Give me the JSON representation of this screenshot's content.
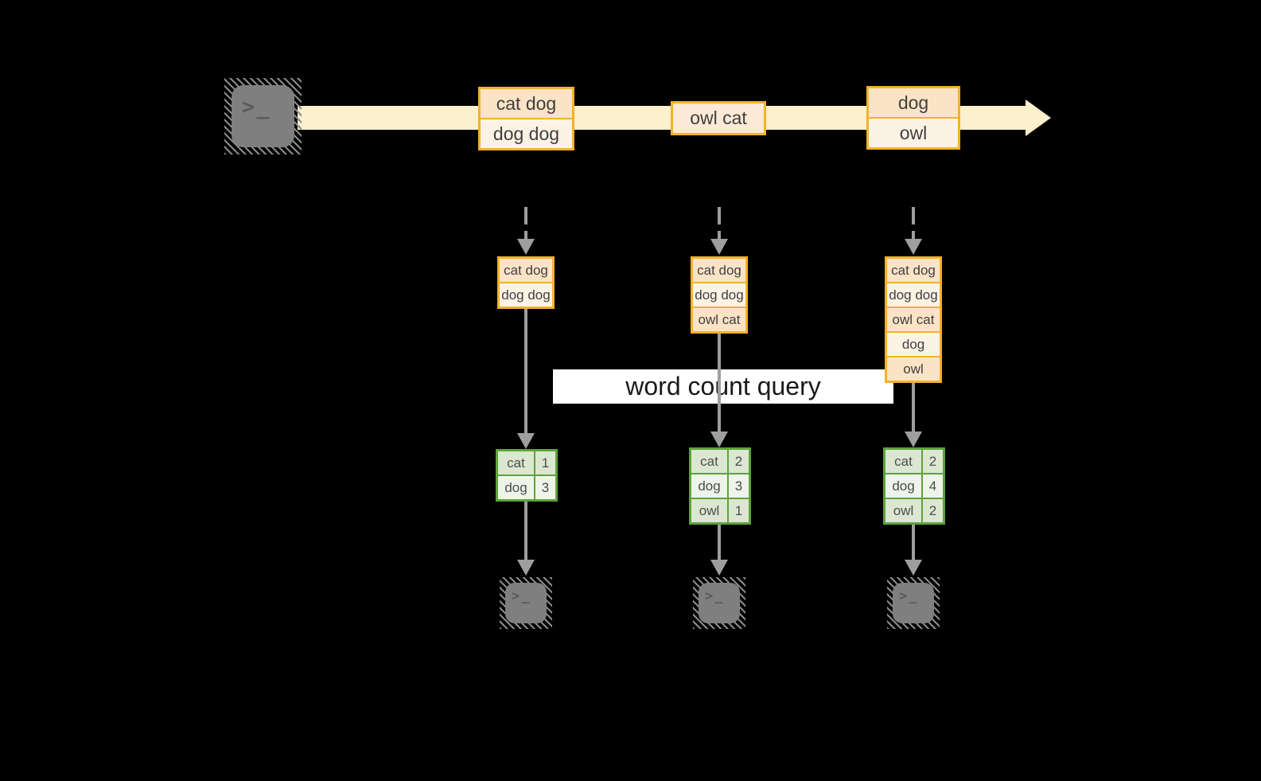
{
  "query_label": "word count query",
  "icons": {
    "terminal_glyph": ">_"
  },
  "stream": {
    "batches": [
      {
        "rows": [
          "cat dog",
          "dog dog"
        ]
      },
      {
        "rows": [
          "owl cat"
        ]
      },
      {
        "rows": [
          "dog",
          "owl"
        ]
      }
    ]
  },
  "columns": [
    {
      "stack": [
        "cat dog",
        "dog dog"
      ],
      "table": [
        {
          "word": "cat",
          "count": "1"
        },
        {
          "word": "dog",
          "count": "3"
        }
      ]
    },
    {
      "stack": [
        "cat dog",
        "dog dog",
        "owl cat"
      ],
      "table": [
        {
          "word": "cat",
          "count": "2"
        },
        {
          "word": "dog",
          "count": "3"
        },
        {
          "word": "owl",
          "count": "1"
        }
      ]
    },
    {
      "stack": [
        "cat dog",
        "dog dog",
        "owl cat",
        "dog",
        "owl"
      ],
      "table": [
        {
          "word": "cat",
          "count": "2"
        },
        {
          "word": "dog",
          "count": "4"
        },
        {
          "word": "owl",
          "count": "2"
        }
      ]
    }
  ],
  "colors": {
    "band": "#FCF0CD",
    "amber": "#F3B229",
    "peach": "#FBE3C6",
    "cream": "#FDF3E5",
    "owlcat": "#FCEAD6",
    "green": "#5EA33C",
    "sage1": "#DBE7D1",
    "sage2": "#EFF4EA",
    "gray": "#9E9E9E",
    "terminal": "#7F7F7F",
    "glyph": "#5A5A5A",
    "text_dark": "#3F3F3F",
    "label_text": "#1A1A1A"
  }
}
